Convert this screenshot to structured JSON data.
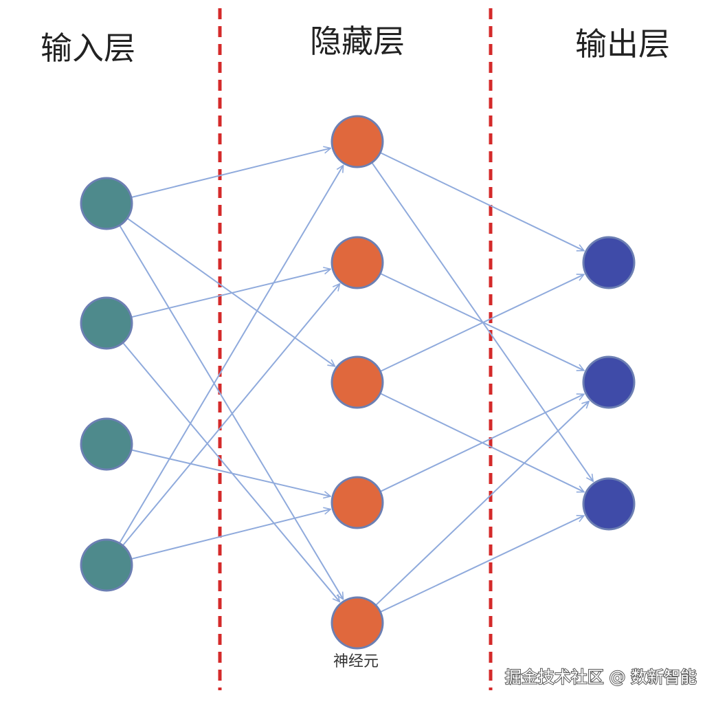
{
  "titles": {
    "input": "输入层",
    "hidden": "隐藏层",
    "output": "输出层"
  },
  "caption": "神经元",
  "watermark": "掘金技术社区 @ 数新智能",
  "colors": {
    "input_node": "#4E8A8C",
    "hidden_node": "#E0683D",
    "output_node": "#3F4BA8",
    "edge": "#8FAADC",
    "divider": "#D42A2A"
  },
  "layers": {
    "input_count": 4,
    "hidden_count": 5,
    "output_count": 3
  },
  "edges_input_hidden": [
    [
      0,
      0
    ],
    [
      0,
      2
    ],
    [
      0,
      4
    ],
    [
      1,
      1
    ],
    [
      1,
      4
    ],
    [
      2,
      3
    ],
    [
      3,
      0
    ],
    [
      3,
      1
    ],
    [
      3,
      3
    ]
  ],
  "edges_hidden_output": [
    [
      0,
      0
    ],
    [
      0,
      2
    ],
    [
      1,
      1
    ],
    [
      2,
      0
    ],
    [
      2,
      2
    ],
    [
      3,
      1
    ],
    [
      4,
      1
    ],
    [
      4,
      2
    ]
  ]
}
